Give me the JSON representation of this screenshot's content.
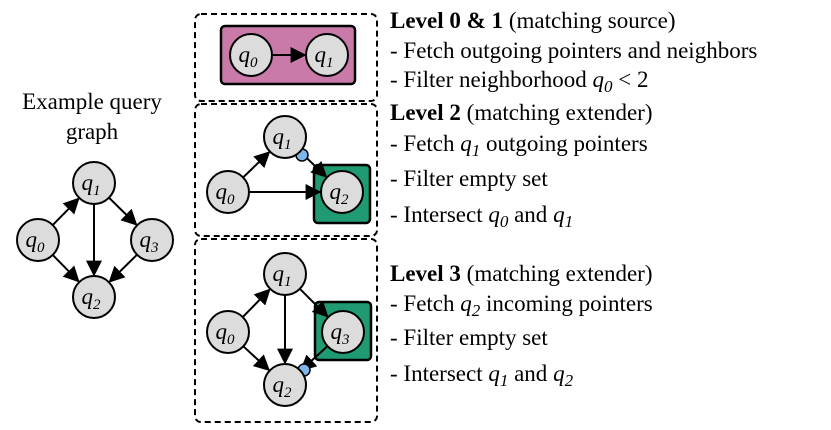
{
  "example_graph": {
    "caption_line1": "Example query",
    "caption_line2": "graph",
    "nodes": [
      {
        "id": "q0",
        "base": "q",
        "sub": "0"
      },
      {
        "id": "q1",
        "base": "q",
        "sub": "1"
      },
      {
        "id": "q2",
        "base": "q",
        "sub": "2"
      },
      {
        "id": "q3",
        "base": "q",
        "sub": "3"
      }
    ],
    "edges": [
      [
        "q0",
        "q1"
      ],
      [
        "q0",
        "q2"
      ],
      [
        "q1",
        "q2"
      ],
      [
        "q1",
        "q3"
      ],
      [
        "q3",
        "q2"
      ]
    ]
  },
  "levels": [
    {
      "id": "level01",
      "title_bold": "Level 0 & 1",
      "title_rest": " (matching source)",
      "steps": [
        {
          "parts": [
            {
              "t": "- Fetch outgoing pointers and neighbors"
            }
          ]
        },
        {
          "parts": [
            {
              "t": "- Filter neighborhood "
            },
            {
              "t": "q",
              "i": true
            },
            {
              "t": "0",
              "i": true,
              "sub": true
            },
            {
              "t": " < 2"
            }
          ]
        }
      ],
      "highlight_color": "#c97aa8"
    },
    {
      "id": "level2",
      "title_bold": "Level 2",
      "title_rest": " (matching extender)",
      "steps": [
        {
          "parts": [
            {
              "t": "- Fetch "
            },
            {
              "t": "q",
              "i": true
            },
            {
              "t": "1",
              "i": true,
              "sub": true
            },
            {
              "t": " outgoing pointers"
            }
          ]
        },
        {
          "parts": [
            {
              "t": "- Filter empty set"
            }
          ]
        },
        {
          "parts": [
            {
              "t": "- Intersect "
            },
            {
              "t": "q",
              "i": true
            },
            {
              "t": "0",
              "i": true,
              "sub": true
            },
            {
              "t": " and "
            },
            {
              "t": "q",
              "i": true
            },
            {
              "t": "1",
              "i": true,
              "sub": true
            }
          ]
        }
      ],
      "highlight_color": "#1f9a72"
    },
    {
      "id": "level3",
      "title_bold": "Level 3",
      "title_rest": " (matching extender)",
      "steps": [
        {
          "parts": [
            {
              "t": "- Fetch "
            },
            {
              "t": "q",
              "i": true
            },
            {
              "t": "2",
              "i": true,
              "sub": true
            },
            {
              "t": " incoming pointers"
            }
          ]
        },
        {
          "parts": [
            {
              "t": "- Filter empty set"
            }
          ]
        },
        {
          "parts": [
            {
              "t": "- Intersect "
            },
            {
              "t": "q",
              "i": true
            },
            {
              "t": "1",
              "i": true,
              "sub": true
            },
            {
              "t": " and "
            },
            {
              "t": "q",
              "i": true
            },
            {
              "t": "2",
              "i": true,
              "sub": true
            }
          ]
        }
      ],
      "highlight_color": "#1f9a72"
    }
  ],
  "colors": {
    "node_fill": "#dcdcdc",
    "node_stroke": "#000000",
    "pointer_dot": "#7fb6ea",
    "level01_box": "#c97aa8",
    "extender_box": "#1f9a72"
  }
}
